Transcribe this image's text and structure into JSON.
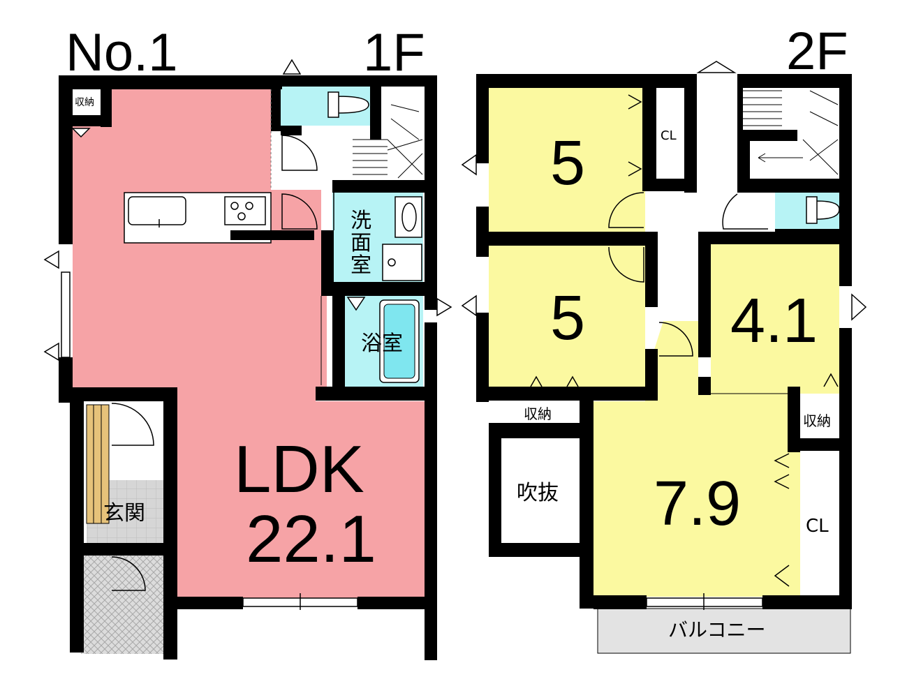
{
  "title": "No.1",
  "floor1": {
    "label": "1F",
    "rooms": {
      "ldk": "LDK",
      "ldk_size": "22.1",
      "wash": [
        "洗",
        "面",
        "室"
      ],
      "bath": "浴室",
      "entrance": "玄関",
      "storage": "収納"
    }
  },
  "floor2": {
    "label": "2F",
    "rooms": {
      "room_a": "5",
      "room_b": "5",
      "room_c": "4.1",
      "room_d": "7.9",
      "closet_a": "CL",
      "closet_b": "CL",
      "storage_a": "収納",
      "storage_b": "収納",
      "void": "吹抜",
      "balcony": "バルコニー"
    }
  },
  "colors": {
    "ldk": "#f6a3a6",
    "bedroom": "#fbf9a0",
    "wet": "#b7f3f5",
    "wall": "#000000",
    "balcony": "#e3e3e3",
    "entrance_tile": "#d9d9d9",
    "shoe_rack": "#e6c27a"
  }
}
